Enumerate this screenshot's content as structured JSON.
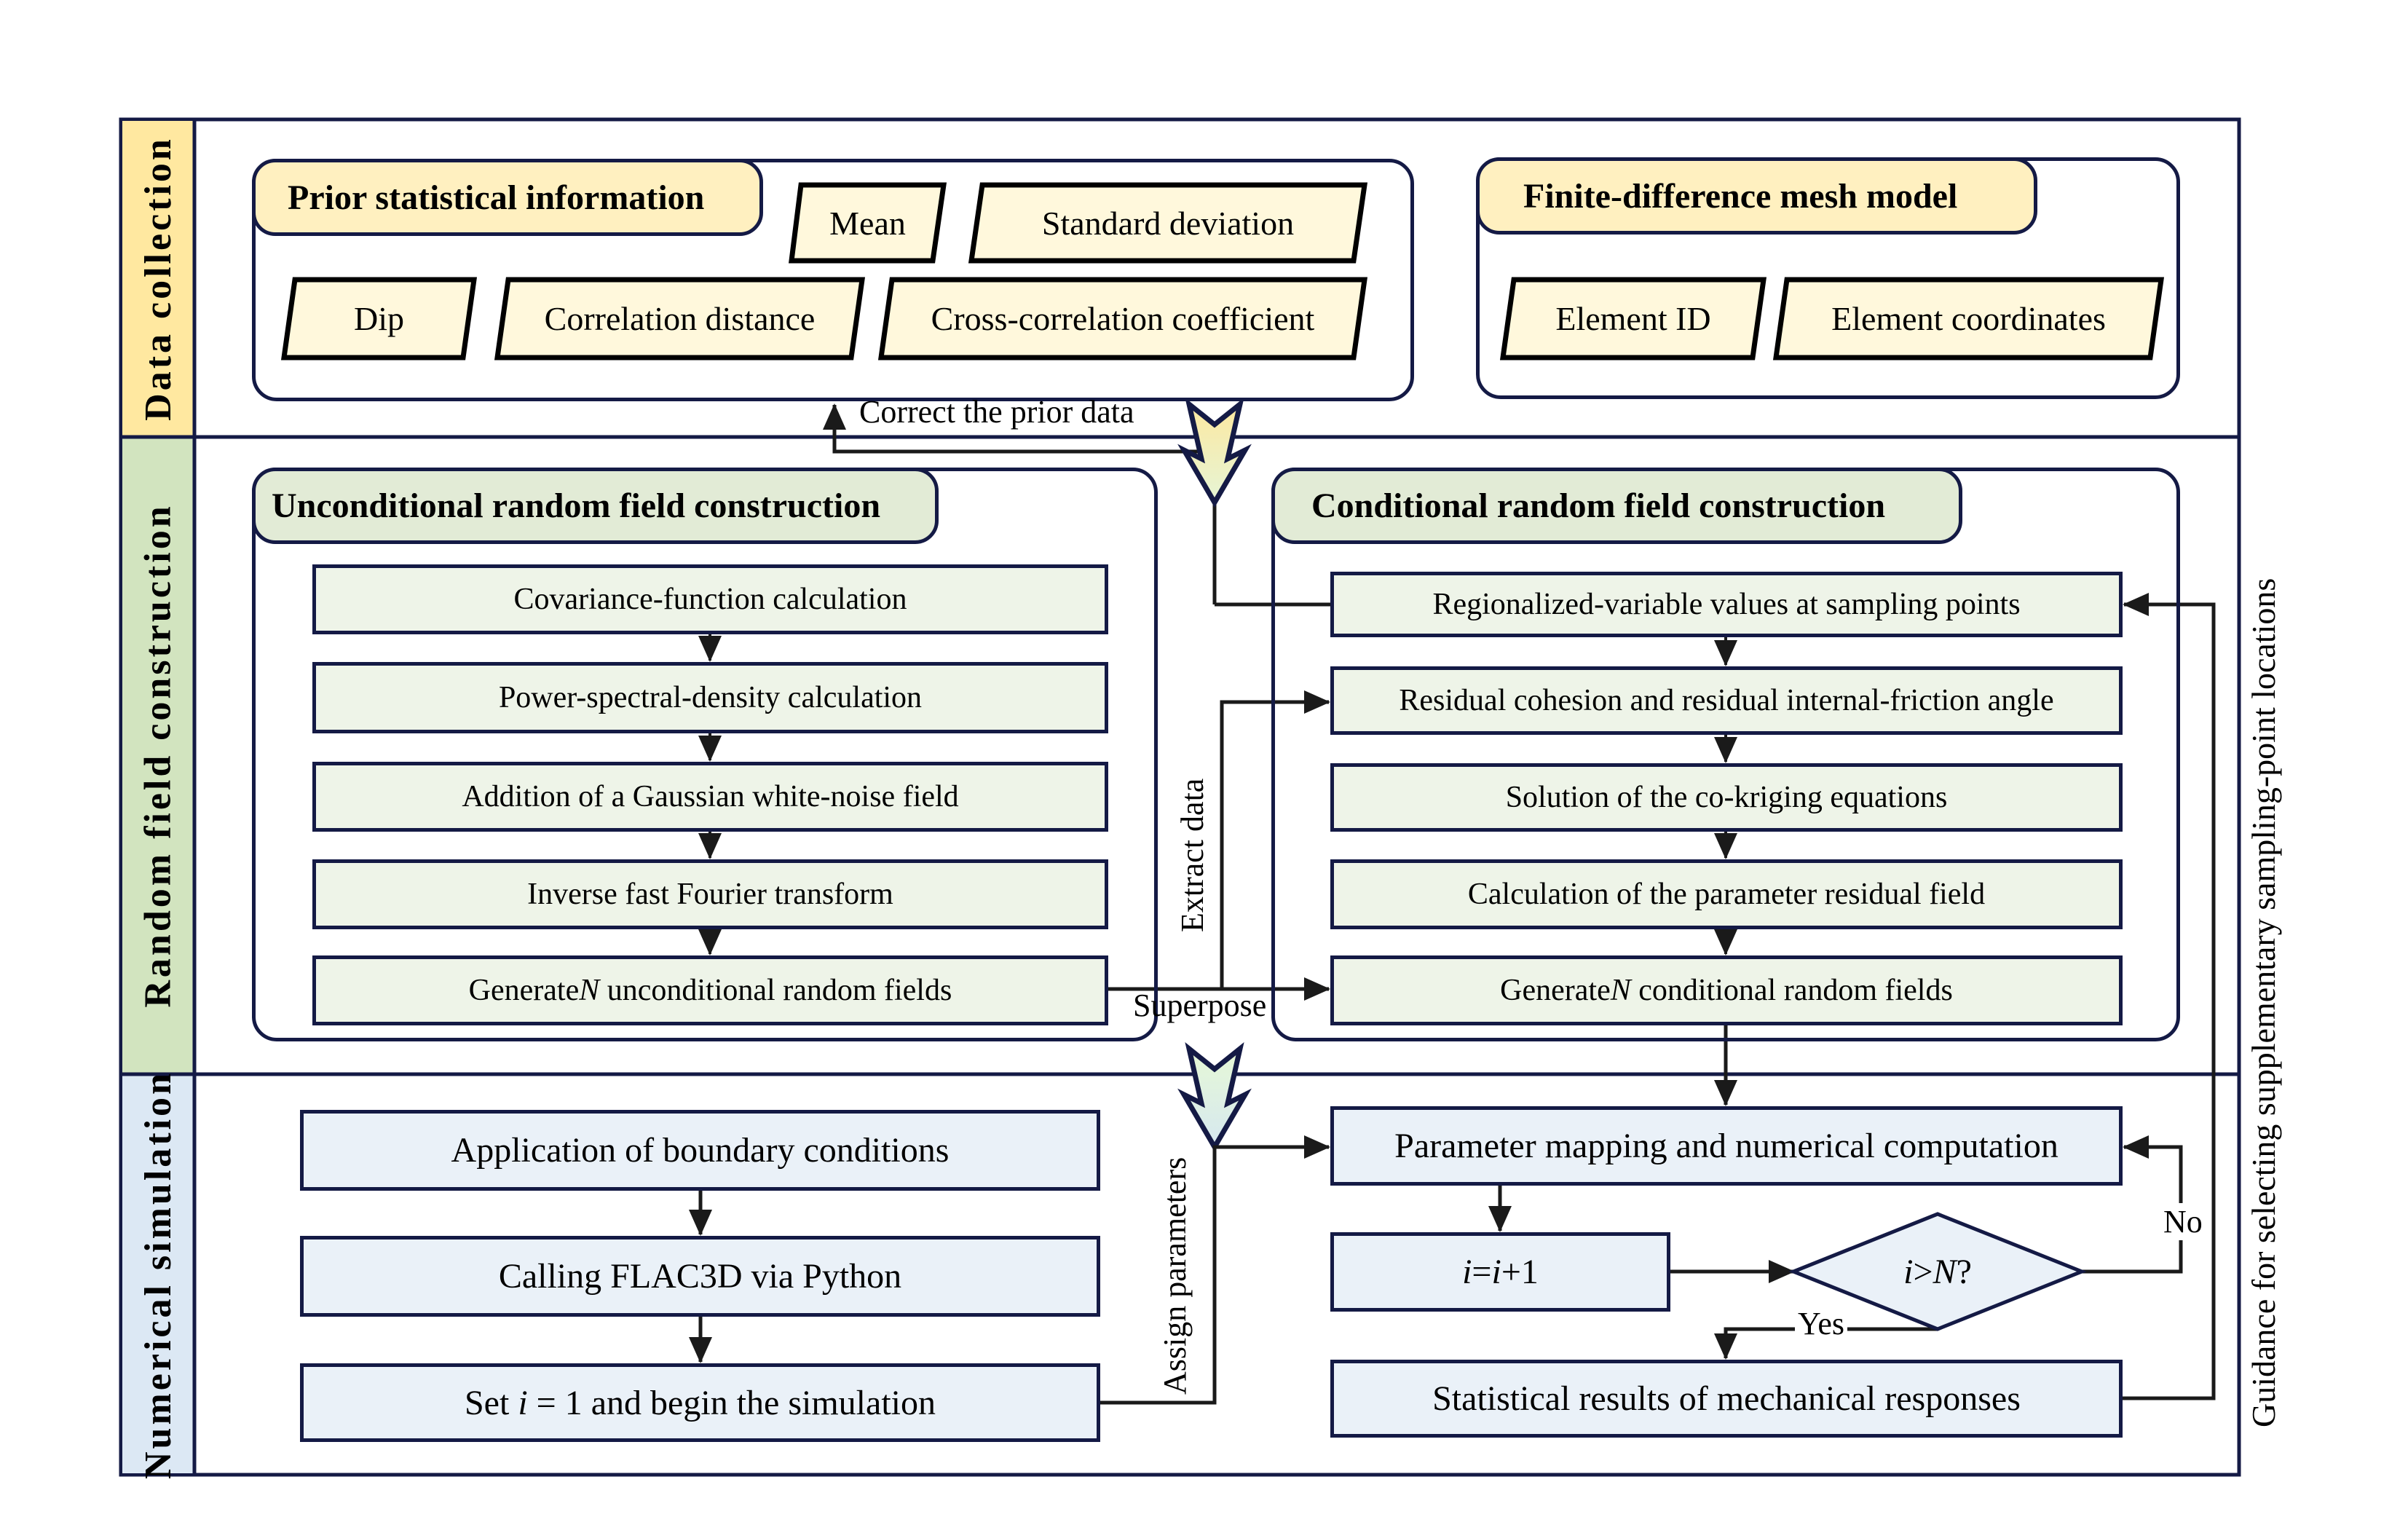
{
  "colors": {
    "stroke": "#141A45",
    "band_data_collection": "#FFE8A0",
    "band_random_field": "#D2E4BF",
    "band_numerical": "#DCE8F4",
    "parallelogram_fill": "#FFF8DC",
    "step_green": "#EEF4E8",
    "step_blue": "#EAF1F8"
  },
  "bands": [
    {
      "id": "data-collection",
      "label": "Data collection"
    },
    {
      "id": "random-field",
      "label": "Random field construction"
    },
    {
      "id": "numerical",
      "label": "Numerical simulation"
    }
  ],
  "data_collection": {
    "prior": {
      "title": "Prior statistical information",
      "items": [
        "Mean",
        "Standard deviation",
        "Dip",
        "Correlation distance",
        "Cross-correlation coefficient"
      ]
    },
    "mesh": {
      "title": "Finite-difference mesh model",
      "items": [
        "Element ID",
        "Element coordinates"
      ]
    }
  },
  "random_field": {
    "unconditional": {
      "title": "Unconditional random field construction",
      "steps": [
        "Covariance-function calculation",
        "Power-spectral-density calculation",
        "Addition of a Gaussian white-noise field",
        "Inverse fast Fourier transform"
      ],
      "last_step": {
        "pre": "Generate",
        "var": "N",
        "post": " unconditional random fields"
      }
    },
    "conditional": {
      "title": "Conditional random field construction",
      "steps": [
        "Regionalized-variable values at sampling points",
        "Residual cohesion and residual internal-friction angle",
        "Solution of the co-kriging equations",
        "Calculation of the parameter residual field"
      ],
      "last_step": {
        "pre": "Generate",
        "var": "N",
        "post": " conditional random fields"
      }
    }
  },
  "numerical": {
    "left_steps": [
      "Application of boundary conditions",
      "Calling FLAC3D via Python"
    ],
    "set_step": {
      "pre": "Set ",
      "var": "i",
      "post": " = 1 and begin the simulation"
    },
    "param_step": "Parameter mapping and numerical computation",
    "increment": {
      "a": "i",
      "eq": "=",
      "b": "i",
      "post": "+1"
    },
    "decision": {
      "var": "i",
      "op": ">",
      "var2": "N",
      "q": "?"
    },
    "stats_step": "Statistical results of mechanical responses"
  },
  "connectors": {
    "correct_prior": "Correct the prior data",
    "extract_data": "Extract data",
    "superpose": "Superpose",
    "assign_parameters": "Assign parameters",
    "yes": "Yes",
    "no": "No",
    "guidance": "Guidance for selecting supplementary sampling-point locations"
  }
}
